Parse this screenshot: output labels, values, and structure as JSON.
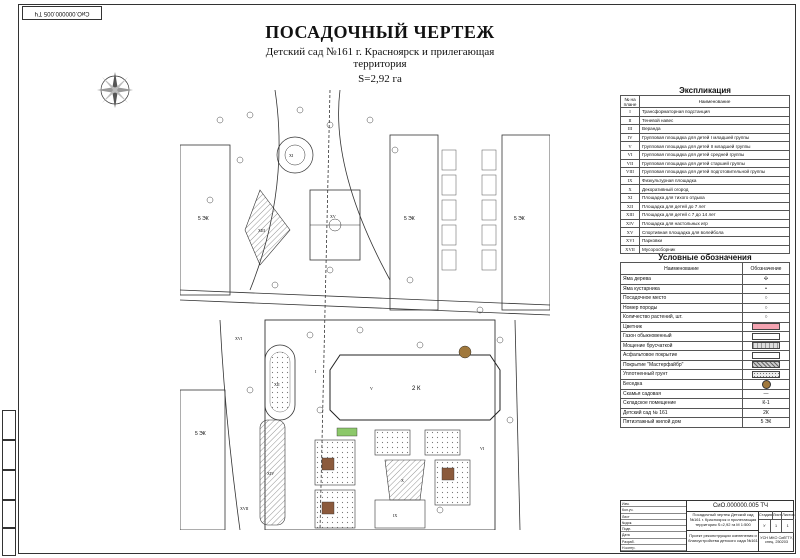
{
  "stamp": "СиО.000000.005 ТЧ",
  "header": {
    "title": "ПОСАДОЧНЫЙ ЧЕРТЕЖ",
    "subtitle": "Детский сад №161 г. Красноярск и прилегающая территория",
    "area": "S=2,92 га",
    "scale": "М 1:500"
  },
  "plan": {
    "labels": {
      "b1": "5 ЭК",
      "b2": "5 ЭК",
      "b3": "5 ЭК",
      "b4": "5 ЭК",
      "b5": "2 К",
      "ix": "IX",
      "xiii": "XIII",
      "xv": "XV",
      "xvi": "XVI",
      "xii": "XII",
      "xiv": "XIV",
      "x": "X",
      "xi": "XI",
      "i": "I",
      "v": "V",
      "vi": "VI",
      "xvii": "XVII"
    }
  },
  "explication": {
    "title": "Экспликация",
    "headers": [
      "№ на плане",
      "Наименование"
    ],
    "rows": [
      [
        "I",
        "Трансформаторная подстанция"
      ],
      [
        "II",
        "Теневой навес"
      ],
      [
        "III",
        "Веранда"
      ],
      [
        "IV",
        "Групповая площадка для детей I младшей группы"
      ],
      [
        "V",
        "Групповая площадка для детей II младшей группы"
      ],
      [
        "VI",
        "Групповая площадка для детей средней группы"
      ],
      [
        "VII",
        "Групповая площадка для детей старшей группы"
      ],
      [
        "VIII",
        "Групповая площадка для детей подготовительной группы"
      ],
      [
        "IX",
        "Физкультурная площадка"
      ],
      [
        "X",
        "Декоративный огород"
      ],
      [
        "XI",
        "Площадка для тихого отдыха"
      ],
      [
        "XII",
        "Площадка для детей до 7 лет"
      ],
      [
        "XIII",
        "Площадка для детей с 7 до 14 лет"
      ],
      [
        "XIV",
        "Площадка для настольных игр"
      ],
      [
        "XV",
        "Спортивная площадка для волейбола"
      ],
      [
        "XVI",
        "Парковки"
      ],
      [
        "XVII",
        "Мусоросборник"
      ]
    ]
  },
  "legend": {
    "title": "Условные обозначения",
    "headers": [
      "Наименование",
      "Обозначение"
    ],
    "rows": [
      {
        "name": "Яма дерева",
        "sym": ""
      },
      {
        "name": "Яма кустарника",
        "sym": "•"
      },
      {
        "name": "Посадочное место",
        "sym": "○"
      },
      {
        "name": "Номер породы",
        "sym": "○"
      },
      {
        "name": "Количество растений, шт.",
        "sym": "○"
      },
      {
        "name": "Цветник",
        "sym": ""
      },
      {
        "name": "Газон обыкновенный",
        "sym": ""
      },
      {
        "name": "Мощение брусчаткой",
        "sym": ""
      },
      {
        "name": "Асфальтовое покрытие",
        "sym": ""
      },
      {
        "name": "Покрытие \"Мастерфайбр\"",
        "sym": ""
      },
      {
        "name": "Уплотненный грунт",
        "sym": ""
      },
      {
        "name": "Беседка",
        "sym": ""
      },
      {
        "name": "Скамья садовая",
        "sym": "—"
      },
      {
        "name": "Складское помещение",
        "sym": "К-1"
      },
      {
        "name": "Детский сад № 161",
        "sym": "2К"
      },
      {
        "name": "Пятиэтажный жилой дом",
        "sym": "5 ЭК"
      }
    ],
    "colors": {
      "flowerbed": "#f4a3b1",
      "lawn": "#ffffff",
      "paving": "#d9d9d9",
      "asphalt": "#ffffff",
      "masterfiber": "#bdbdbd",
      "soil": "#e6e6e6",
      "gazebo": "#a0783c"
    }
  },
  "titleblock": {
    "code": "СиО.000000.005 ТЧ",
    "rows": [
      "Изм.",
      "Кол.уч.",
      "Лист",
      "№док.",
      "Подп.",
      "Дата",
      "Разраб.",
      "Н.контр."
    ],
    "desc_a": "Посадочный чертеж Детский сад №161 г. Красноярск и прилегающая территория S=2,92 га М 1:500",
    "desc_b": "Проект реконструкции озеленения и благоустройства детского сада №161",
    "stage": "Стадия",
    "sheet": "Лист",
    "sheets": "Листов",
    "stage_val": "У",
    "sheet_val": "1",
    "sheets_val": "1",
    "org": "УСН МКО СибГТУ, спец. 250203"
  }
}
